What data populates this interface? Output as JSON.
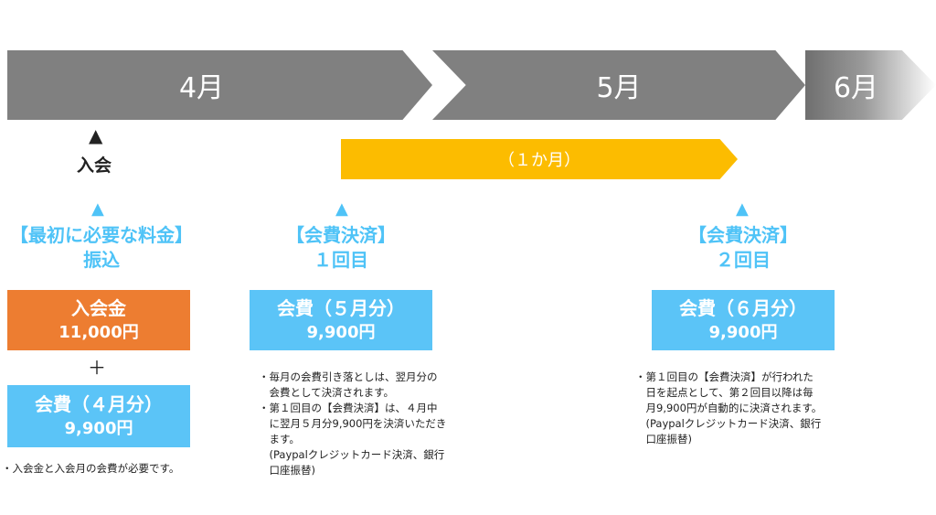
{
  "timeline": {
    "months": [
      "4月",
      "5月",
      "6月"
    ],
    "period_label": "（１か月）"
  },
  "join": {
    "marker": "▲",
    "label": "入会"
  },
  "stage1": {
    "marker": "▲",
    "title_line1": "【最初に必要な料金】",
    "title_line2": "振込",
    "box1_line1": "入会金",
    "box1_line2": "11,000円",
    "plus": "＋",
    "box2_line1": "会費（４月分）",
    "box2_line2": "9,900円",
    "note": [
      "・入会金と入会月の会費が必要です。"
    ]
  },
  "stage2": {
    "marker": "▲",
    "title_line1": "【会費決済】",
    "title_line2": "１回目",
    "box_line1": "会費（５月分）",
    "box_line2": "9,900円",
    "note": [
      "・毎月の会費引き落としは、翌月分の",
      "　会費として決済されます。",
      "・第１回目の【会費決済】は、４月中",
      "　に翌月５月分9,900円を決済いただき",
      "　ます。",
      "　(Paypalクレジットカード決済、銀行",
      "　口座振替)"
    ]
  },
  "stage3": {
    "marker": "▲",
    "title_line1": "【会費決済】",
    "title_line2": "２回目",
    "box_line1": "会費（６月分）",
    "box_line2": "9,900円",
    "note": [
      "・第１回目の【会費決済】が行われた",
      "　日を起点として、第２回目以降は毎",
      "　月9,900円が自動的に決済されます。",
      "　(Paypalクレジットカード決済、銀行",
      "　口座振替)"
    ]
  },
  "colors": {
    "month_arrow": "#808080",
    "period_arrow": "#fcbc00",
    "accent_blue": "#4fc3f7",
    "box_blue": "#5bc4f7",
    "box_orange": "#ed7d31"
  }
}
